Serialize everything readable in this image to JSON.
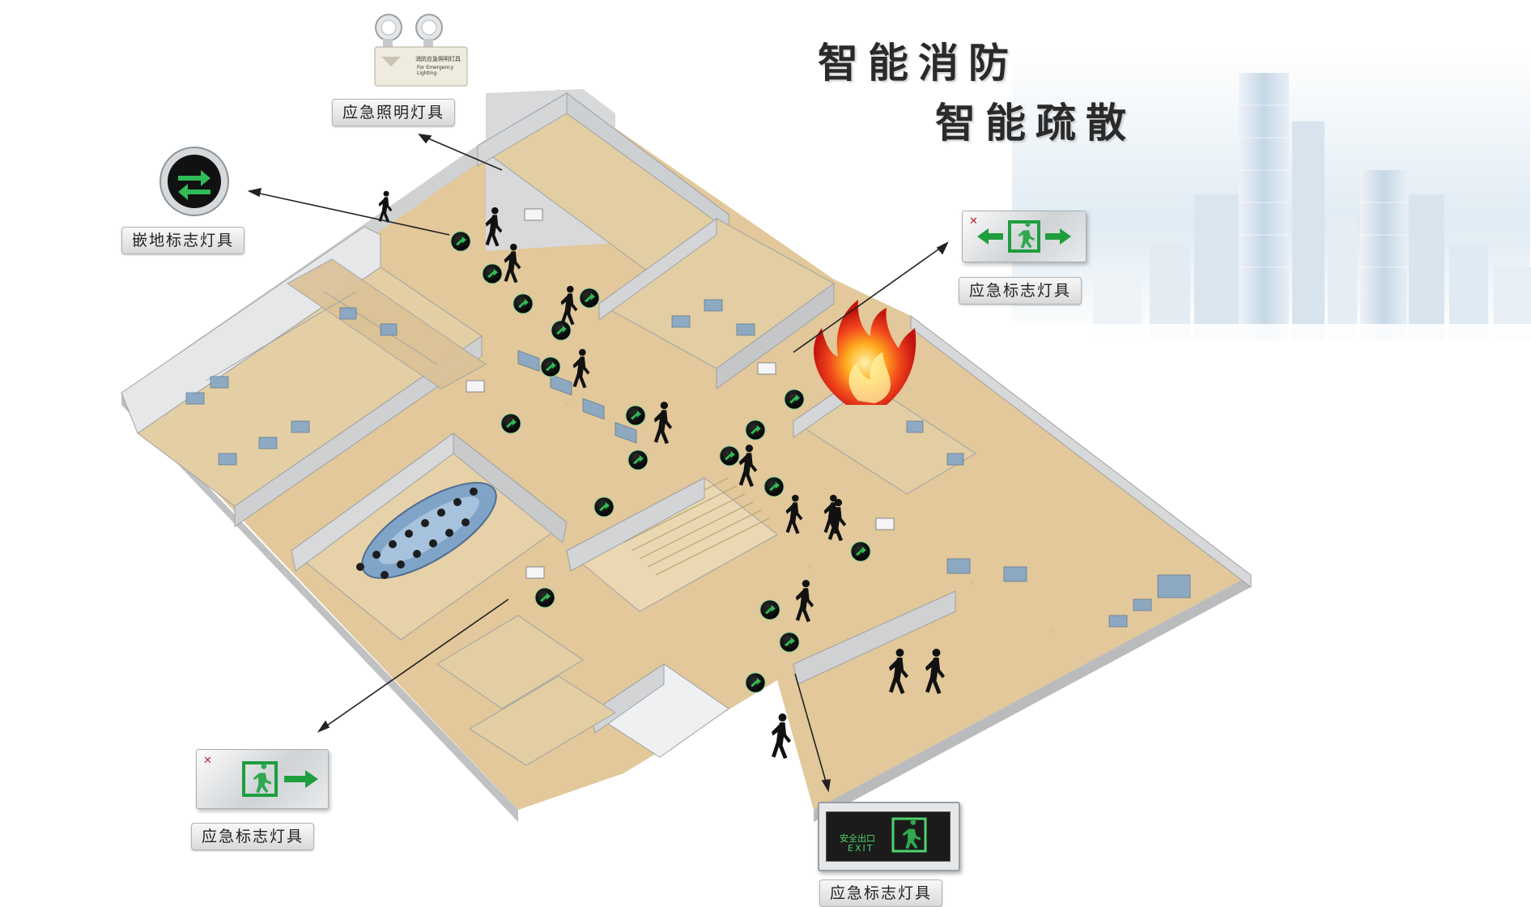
{
  "headline": {
    "line1": "智能消防",
    "line2": "智能疏散"
  },
  "devices": {
    "emergency_lighting": {
      "label": "应急照明灯具",
      "plate_text": "消防应急照明灯具",
      "plate_subtext": "For Emergency Lighting"
    },
    "floor_sign": {
      "label": "嵌地标志灯具"
    },
    "exit_sign_left": {
      "label": "应急标志灯具"
    },
    "exit_sign_right": {
      "label": "应急标志灯具"
    },
    "exit_box": {
      "label": "应急标志灯具",
      "text_cn": "安全出口",
      "text_en": "EXIT"
    }
  },
  "colors": {
    "sign_green": "#1e9e3e",
    "floor_tan": "#e2c89a",
    "wall_gray": "#d9dadb",
    "glass_blue": "#7fa4c8",
    "fire_red": "#e8311a",
    "fire_orange": "#ffa418",
    "city_blue": "#b9d2e3"
  },
  "icons": [
    "arrow-left-icon",
    "arrow-right-icon",
    "running-man-exit-icon",
    "direction-arrow-icon",
    "runner-silhouette-icon",
    "flame-icon",
    "lamp-icon",
    "building-icon"
  ]
}
